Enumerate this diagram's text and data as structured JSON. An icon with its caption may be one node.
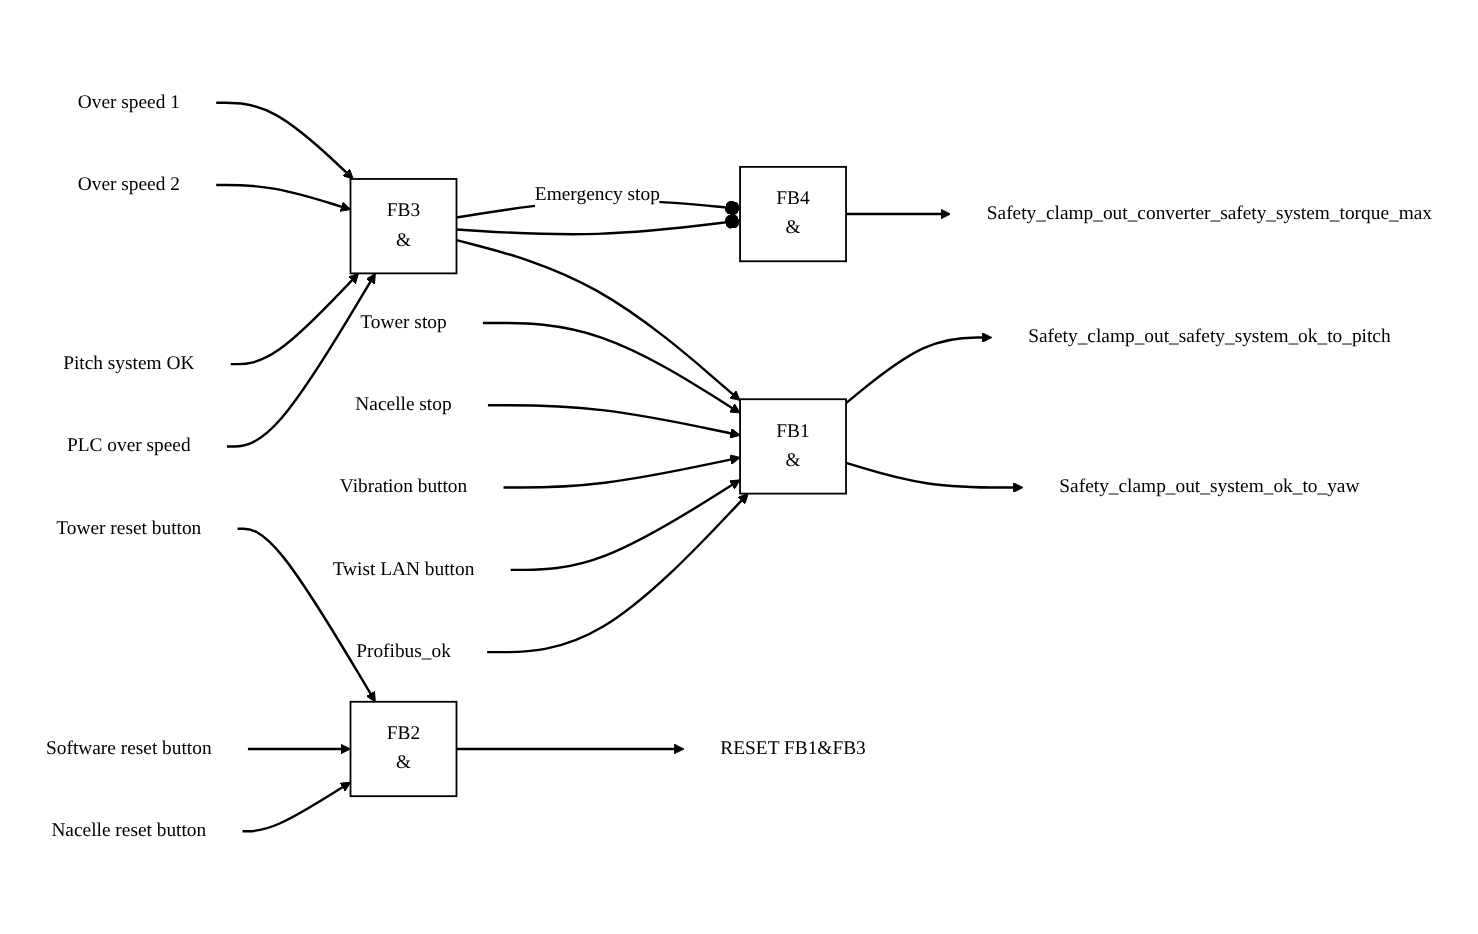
{
  "diagram": {
    "nodes": [
      {
        "text": [
          "Over speed 1"
        ]
      },
      {
        "text": [
          "Over speed 2"
        ]
      },
      {
        "text": [
          "Pitch system OK"
        ]
      },
      {
        "text": [
          "PLC over speed"
        ]
      },
      {
        "text": [
          "FB3",
          "&"
        ]
      },
      {
        "text": [
          "FB4",
          "&"
        ]
      },
      {
        "text": [
          "Safety_clamp_out_converter_safety_system_torque_max"
        ]
      },
      {
        "text": [
          "Tower stop"
        ]
      },
      {
        "text": [
          "Nacelle stop"
        ]
      },
      {
        "text": [
          "Vibration button"
        ]
      },
      {
        "text": [
          "Twist LAN button"
        ]
      },
      {
        "text": [
          "Profibus_ok"
        ]
      },
      {
        "text": [
          "FB1",
          "&"
        ]
      },
      {
        "text": [
          "Safety_clamp_out_safety_system_ok_to_pitch"
        ]
      },
      {
        "text": [
          "Safety_clamp_out_system_ok_to_yaw"
        ]
      },
      {
        "text": [
          "Tower reset button"
        ]
      },
      {
        "text": [
          "Software reset button"
        ]
      },
      {
        "text": [
          "Nacelle reset button"
        ]
      },
      {
        "text": [
          "FB2",
          "&"
        ]
      },
      {
        "text": [
          "RESET FB1&FB3"
        ]
      }
    ],
    "edges": [
      {
        "from": 0,
        "to": 4,
        "arrow": "to"
      },
      {
        "from": 1,
        "to": 4,
        "arrow": "to"
      },
      {
        "from": 2,
        "to": 4,
        "arrow": "to"
      },
      {
        "from": 3,
        "to": 4,
        "arrow": "to"
      },
      {
        "from": 4,
        "to": 5,
        "arrow": "other",
        "label": "Emergency stop"
      },
      {
        "from": 4,
        "to": 5,
        "arrow": "other"
      },
      {
        "from": 4,
        "to": 12,
        "arrow": "to"
      },
      {
        "from": 5,
        "to": 6,
        "arrow": "to"
      },
      {
        "from": 7,
        "to": 12,
        "arrow": "to"
      },
      {
        "from": 8,
        "to": 12,
        "arrow": "to"
      },
      {
        "from": 9,
        "to": 12,
        "arrow": "to"
      },
      {
        "from": 10,
        "to": 12,
        "arrow": "to"
      },
      {
        "from": 11,
        "to": 12,
        "arrow": "to"
      },
      {
        "from": 12,
        "to": 13,
        "arrow": "to"
      },
      {
        "from": 12,
        "to": 14,
        "arrow": "to"
      },
      {
        "from": 15,
        "to": 18,
        "arrow": "to"
      },
      {
        "from": 16,
        "to": 18,
        "arrow": "to"
      },
      {
        "from": 17,
        "to": 18,
        "arrow": "to"
      },
      {
        "from": 18,
        "to": 19,
        "arrow": "to"
      }
    ]
  }
}
